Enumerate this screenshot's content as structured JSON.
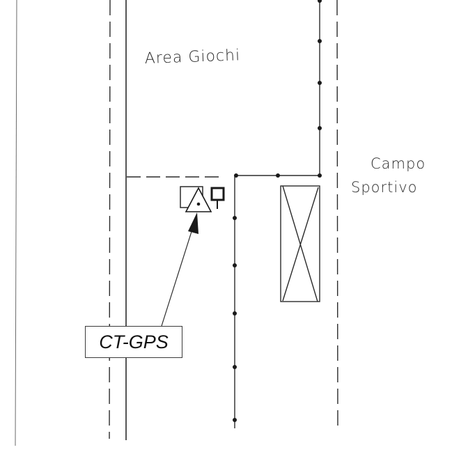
{
  "labels": {
    "area_giochi": "Area Giochi",
    "campo_line1": "Campo",
    "campo_line2": "Sportivo",
    "station": "CT-GPS"
  },
  "colors": {
    "ink": "#2a2a2a",
    "paper": "#ffffff"
  },
  "icons": {
    "station_marker": "triangle-with-dot",
    "pointer": "arrow"
  }
}
